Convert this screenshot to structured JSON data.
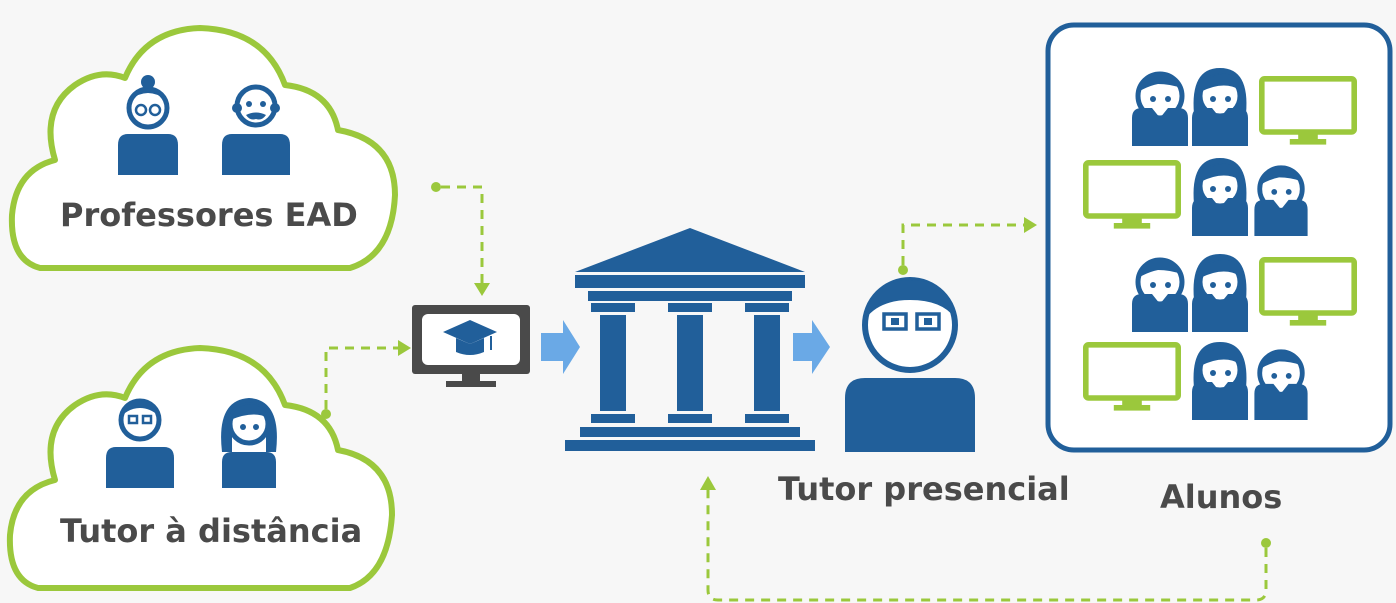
{
  "diagram": {
    "nodes": {
      "professores": {
        "label": "Professores EAD"
      },
      "tutor_distancia": {
        "label": "Tutor à distância"
      },
      "tutor_presencial": {
        "label": "Tutor presencial"
      },
      "alunos": {
        "label": "Alunos"
      }
    },
    "icons": {
      "platform": "laptop-graduation-cap-icon",
      "institution": "university-building-icon"
    },
    "colors": {
      "blue": "#215f9a",
      "green": "#9bc83c",
      "light_blue": "#6aa9e6",
      "gray": "#4a4a4a"
    }
  }
}
